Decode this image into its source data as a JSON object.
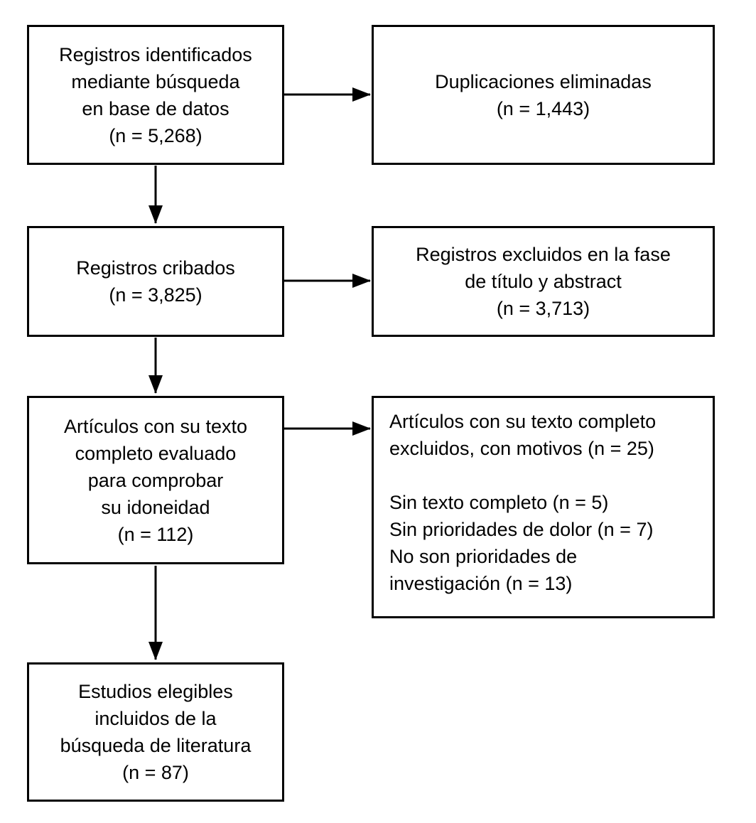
{
  "flowchart": {
    "boxes": [
      {
        "id": "records-identified",
        "text": "Registros identificados\nmediante búsqueda\nen base de datos\n(n = 5,268)"
      },
      {
        "id": "duplicates-removed",
        "text": "Duplicaciones eliminadas\n(n = 1,443)"
      },
      {
        "id": "records-screened",
        "text": "Registros cribados\n(n = 3,825)"
      },
      {
        "id": "records-excluded-title-abstract",
        "text": "Registros excluidos en la fase\nde título y abstract\n(n = 3,713)"
      },
      {
        "id": "fulltext-assessed",
        "text": "Artículos con su texto\ncompleto evaluado\npara comprobar\nsu idoneidad\n(n = 112)"
      },
      {
        "id": "fulltext-excluded",
        "text": "Artículos con su texto completo\nexcluidos, con motivos (n = 25)\n\nSin texto completo (n = 5)\nSin prioridades de dolor (n = 7)\nNo son prioridades de\ninvestigación (n = 13)"
      },
      {
        "id": "studies-included",
        "text": "Estudios elegibles\nincluidos de la\nbúsqueda de literatura\n(n = 87)"
      }
    ],
    "colors": {
      "background": "#ffffff",
      "box_fill": "#ffffff",
      "box_border": "#000000",
      "text": "#000000",
      "arrow": "#000000"
    }
  }
}
